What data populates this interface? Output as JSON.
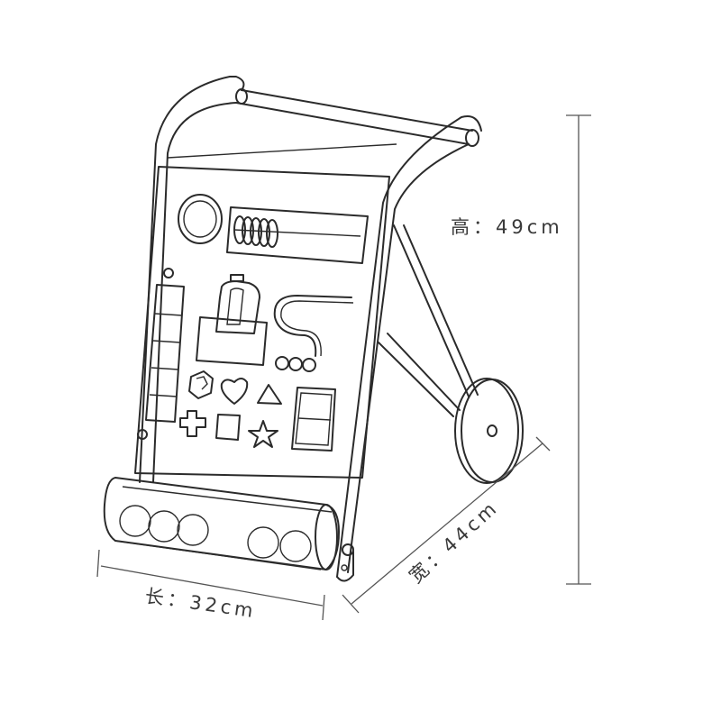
{
  "dimensions": {
    "height": "高：49cm",
    "length": "长：32cm",
    "width": "宽：44cm"
  }
}
